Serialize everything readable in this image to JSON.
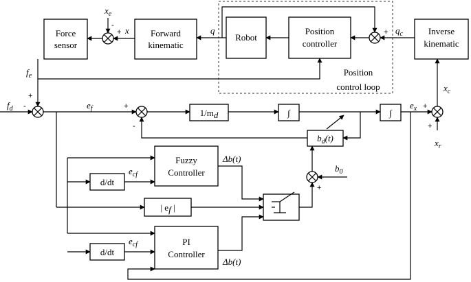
{
  "blocks": {
    "force_sensor": [
      "Force",
      "sensor"
    ],
    "forward_kinematic": [
      "Forward",
      "kinematic"
    ],
    "robot": "Robot",
    "position_controller": [
      "Position",
      "controller"
    ],
    "inverse_kinematic": [
      "Inverse",
      "kinematic"
    ],
    "inv_mass": "1/m",
    "inv_mass_sub": "d",
    "integrator": "∫",
    "bd_base": "b",
    "bd_sub": "d",
    "bd_arg": "(t)",
    "fuzzy_controller": [
      "Fuzzy",
      "Controller"
    ],
    "pi_controller": [
      "PI",
      "Controller"
    ],
    "ddt": "d/dt",
    "abs_ef_left": "| e",
    "abs_ef_sub": "f",
    "abs_ef_right": " |"
  },
  "loop_label": [
    "Position",
    "control loop"
  ],
  "signals": {
    "xe": {
      "base": "x",
      "sub": "e"
    },
    "x": {
      "base": "x"
    },
    "q": {
      "base": "q"
    },
    "qc": {
      "base": "q",
      "sub": "c"
    },
    "fe": {
      "base": "f",
      "sub": "e"
    },
    "fd": {
      "base": "f",
      "sub": "d"
    },
    "ef": {
      "base": "e",
      "sub": "f"
    },
    "ex": {
      "base": "e",
      "sub": "x"
    },
    "xc": {
      "base": "x",
      "sub": "c"
    },
    "xr": {
      "base": "x",
      "sub": "r"
    },
    "b0": {
      "base": "b",
      "sub": "0"
    },
    "ecf": {
      "base": "e",
      "sub": "cf"
    },
    "delta_b": "Δb(t)"
  },
  "signs": {
    "plus": "+",
    "minus": "-"
  }
}
